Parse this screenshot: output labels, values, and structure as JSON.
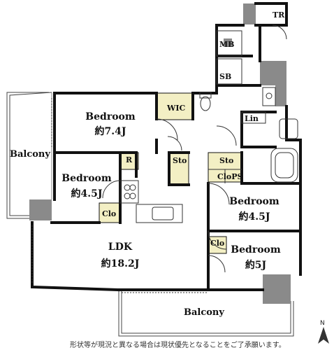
{
  "rooms": {
    "tr": "TR",
    "mb": "MB",
    "sb": "SB",
    "wic": "WIC",
    "lin": "Lin",
    "bedroom1": {
      "name": "Bedroom",
      "size": "約7.4J"
    },
    "balcony_west": "Balcony",
    "bedroom2": {
      "name": "Bedroom",
      "size": "約4.5J"
    },
    "r": "R",
    "sto1": "Sto",
    "sto2": "Sto",
    "clops": "CloPS",
    "clo1": "Clo",
    "bedroom3": {
      "name": "Bedroom",
      "size": "約4.5J"
    },
    "clo2": "Clo",
    "bedroom4": {
      "name": "Bedroom",
      "size": "約5J"
    },
    "ldk": {
      "name": "LDK",
      "size": "約18.2J"
    },
    "balcony_south": "Balcony"
  },
  "compass": "N",
  "note": "形状等が現況と異なる場合は現状優先となることをご了承願います。",
  "colors": {
    "wall": "#111111",
    "column": "#8a8a8a",
    "storage": "#f3efc4",
    "fixture": "#d9d9d9"
  }
}
